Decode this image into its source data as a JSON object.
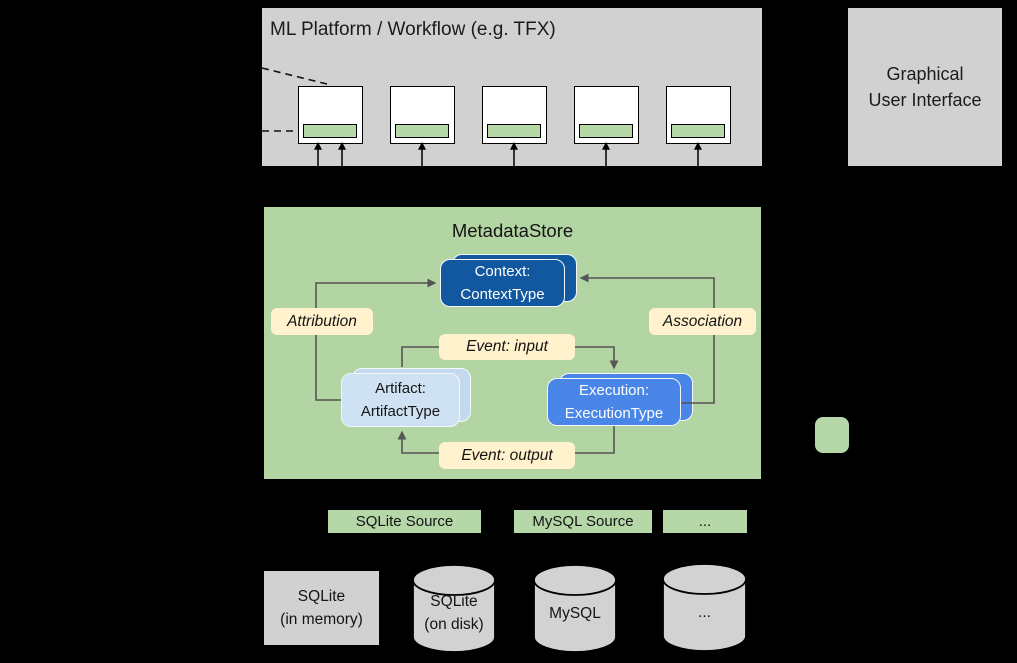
{
  "platform": {
    "title": "ML Platform / Workflow (e.g. TFX)"
  },
  "gui": {
    "line1": "Graphical",
    "line2": "User Interface"
  },
  "store": {
    "title": "MetadataStore",
    "nodes": {
      "context": {
        "line1": "Context:",
        "line2": "ContextType"
      },
      "artifact": {
        "line1": "Artifact:",
        "line2": "ArtifactType"
      },
      "execution": {
        "line1": "Execution:",
        "line2": "ExecutionType"
      }
    },
    "edges": {
      "attribution": "Attribution",
      "association": "Association",
      "event_input": "Event: input",
      "event_output": "Event: output"
    }
  },
  "sources": {
    "sqlite": "SQLite Source",
    "mysql": "MySQL Source",
    "more": "..."
  },
  "databases": {
    "sqlite_memory": {
      "line1": "SQLite",
      "line2": "(in memory)"
    },
    "sqlite_disk": {
      "line1": "SQLite",
      "line2": "(on disk)"
    },
    "mysql": {
      "label": "MySQL"
    },
    "more": {
      "label": "..."
    }
  },
  "colors": {
    "background": "#000000",
    "box_gray": "#d1d1d1",
    "store_green": "#b3d4a3",
    "item_green": "#b6d7a8",
    "label_yellow": "#fff2cc",
    "context_blue": "#1158a0",
    "execution_blue": "#4a86e8",
    "artifact_blue": "#cfe2f3",
    "arrow_gray": "#555555"
  }
}
